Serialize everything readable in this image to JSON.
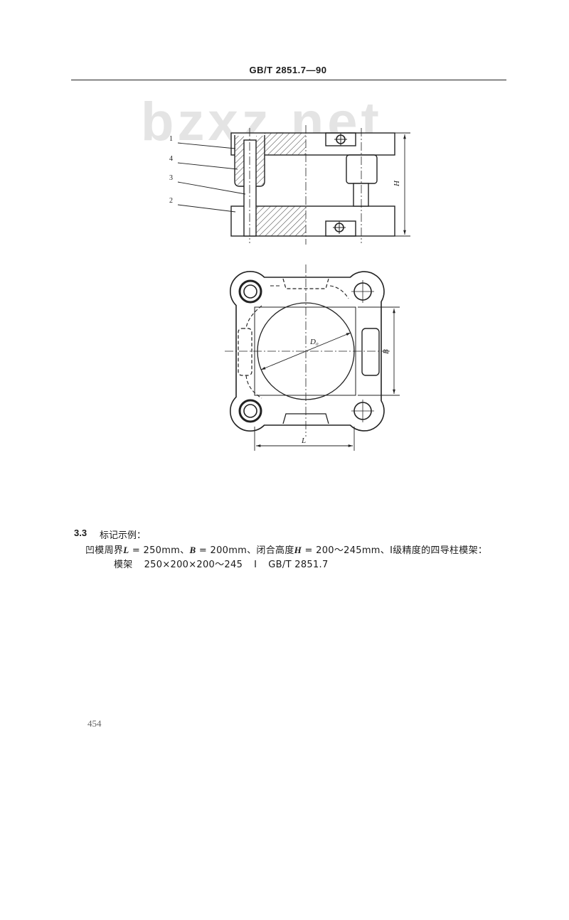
{
  "header": {
    "code": "GB/T 2851.7—90"
  },
  "watermark": "bzxz.net",
  "figure_side": {
    "part_labels": [
      "1",
      "4",
      "3",
      "2"
    ],
    "dim_h": "H"
  },
  "figure_top": {
    "dim_d": "D₀",
    "dim_b": "B",
    "dim_l": "L"
  },
  "section": {
    "number": "3.3",
    "title": "标记示例：",
    "line1": {
      "p0": "凹模周界",
      "v_l": "L",
      "p1": " = 250mm、",
      "v_b": "B",
      "p2": " = 200mm、闭合高度",
      "v_h": "H",
      "p3": " = 200～245mm、Ⅰ级精度的四导柱模架："
    },
    "line2": {
      "name": "模架",
      "size": "250×200×200～245",
      "grade": "Ⅰ",
      "standard": "GB/T 2851.7"
    }
  },
  "page_number": "454"
}
